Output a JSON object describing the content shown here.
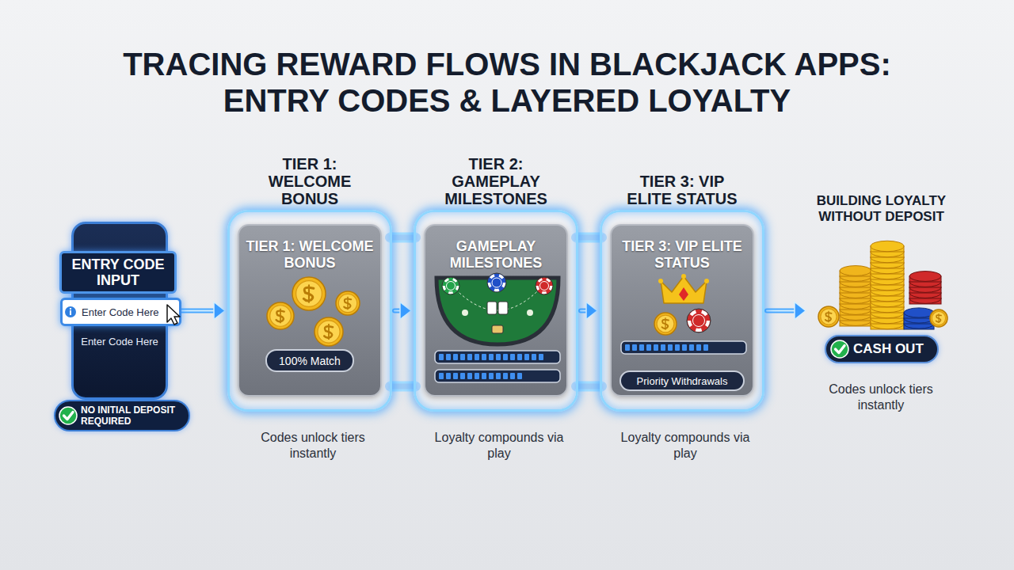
{
  "diagram": {
    "title": "TRACING REWARD FLOWS IN BLACKJACK APPS: ENTRY CODES & LAYERED LOYALTY",
    "nodes": [
      {
        "text": [
          "ENTRY CODE INPUT",
          "Enter Code Here"
        ]
      },
      {
        "text": [
          "Enter Code Here"
        ],
        "in": 0
      },
      {
        "text": [
          "NO INITIAL DEPOSIT REQUIRED"
        ]
      },
      {
        "text": [
          "TIER 1: WELCOME BONUS"
        ]
      },
      {
        "text": [
          "TIER 1: WELCOME BONUS"
        ],
        "in": 3
      },
      {
        "text": [
          "100% Match"
        ],
        "in": 4
      },
      {
        "text": [
          "TIER 2: GAMEPLAY MILESTONES"
        ]
      },
      {
        "text": [
          "GAMEPLAY MILESTONES"
        ],
        "in": 6
      },
      {
        "text": [
          "TIER 3: VIP ELITE STATUS"
        ]
      },
      {
        "text": [
          "TIER 3: VIP ELITE STATUS"
        ],
        "in": 8
      },
      {
        "text": [
          "Priority Withdrawals"
        ],
        "in": 9
      },
      {
        "text": [
          "BUILDING LOYALTY WITHOUT DEPOSIT"
        ]
      },
      {
        "text": [
          "CASH OUT"
        ],
        "in": 11
      }
    ],
    "edges": [
      {
        "from": 0,
        "to": 3,
        "arrow": "to"
      },
      {
        "from": 3,
        "to": 6,
        "arrow": "to"
      },
      {
        "from": 6,
        "to": 8,
        "arrow": "to"
      },
      {
        "from": 8,
        "to": 11,
        "arrow": "to"
      }
    ],
    "labels": [
      "Codes unlock tiers instantly",
      "Loyalty compounds via play",
      "Loyalty compounds via play",
      "Codes unlock tiers instantly"
    ]
  }
}
